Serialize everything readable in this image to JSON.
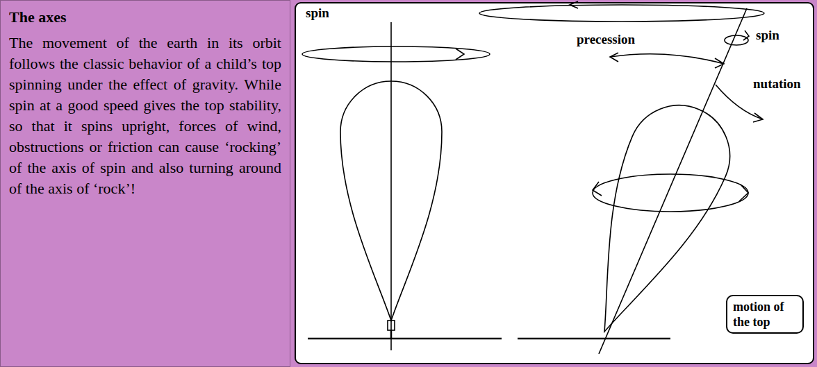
{
  "diagram": {
    "nodes": [
      {
        "text": [
          "The axes",
          "The movement of the earth in its orbit follows the classic behavior of a child’s top spinning under the effect of gravity. While spin at a good speed gives the top stability, so that it spins upright, forces of wind, obstructions or friction can cause ‘rocking’ of the axis of spin and also turning around of the axis of ‘rock’!"
        ]
      },
      {
        "text": [
          "motion of the top"
        ]
      }
    ],
    "labels": [
      "spin",
      "precession",
      "spin",
      "nutation"
    ]
  }
}
